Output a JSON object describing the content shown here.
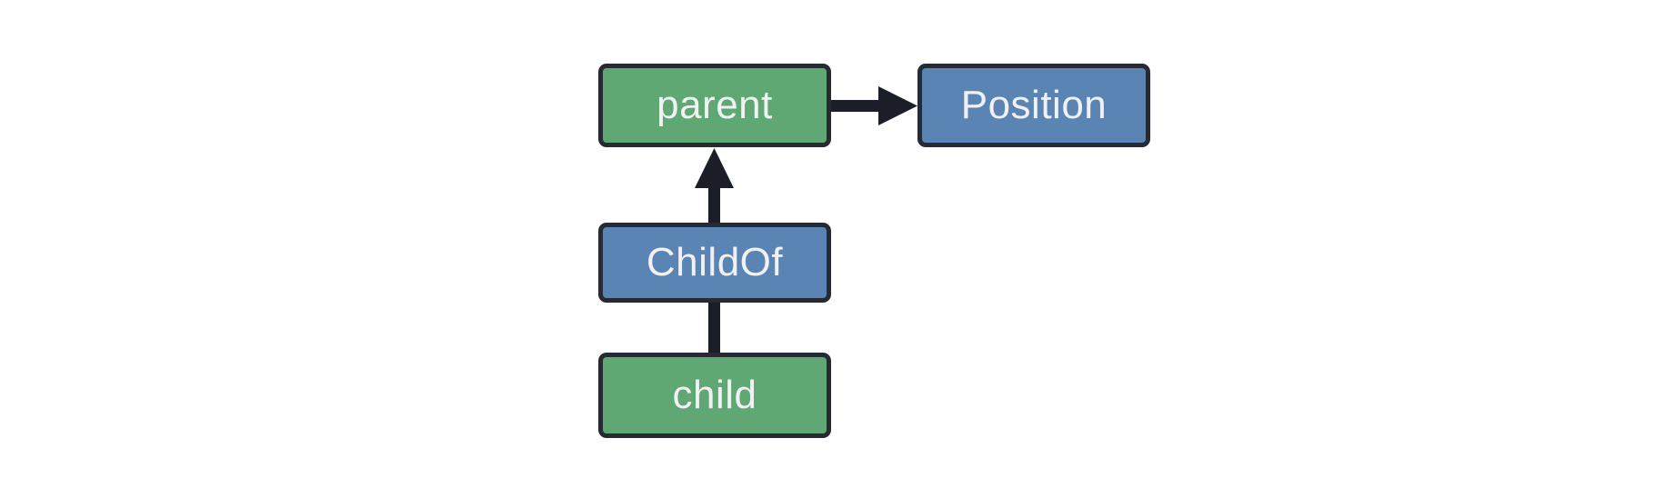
{
  "diagram": {
    "kind": "entity-relationship-graph",
    "nodes": {
      "parent": {
        "label": "parent",
        "role": "entity",
        "fill": "#5FA873"
      },
      "position": {
        "label": "Position",
        "role": "component",
        "fill": "#5A84B4"
      },
      "childof": {
        "label": "ChildOf",
        "role": "relationship",
        "fill": "#5A84B4"
      },
      "child": {
        "label": "child",
        "role": "entity",
        "fill": "#5FA873"
      }
    },
    "edges": [
      {
        "from": "parent",
        "to": "Position",
        "style": "arrow",
        "direction": "right"
      },
      {
        "from": "ChildOf",
        "to": "parent",
        "style": "arrow",
        "direction": "up"
      },
      {
        "from": "child",
        "to": "ChildOf",
        "style": "line",
        "direction": "up"
      }
    ],
    "colors": {
      "background": "#FFFFFF",
      "node_border": "#262A33",
      "connector": "#1B1E26",
      "label_text": "#F1F1F3",
      "entity_green": "#5FA873",
      "component_blue": "#5A84B4"
    }
  }
}
